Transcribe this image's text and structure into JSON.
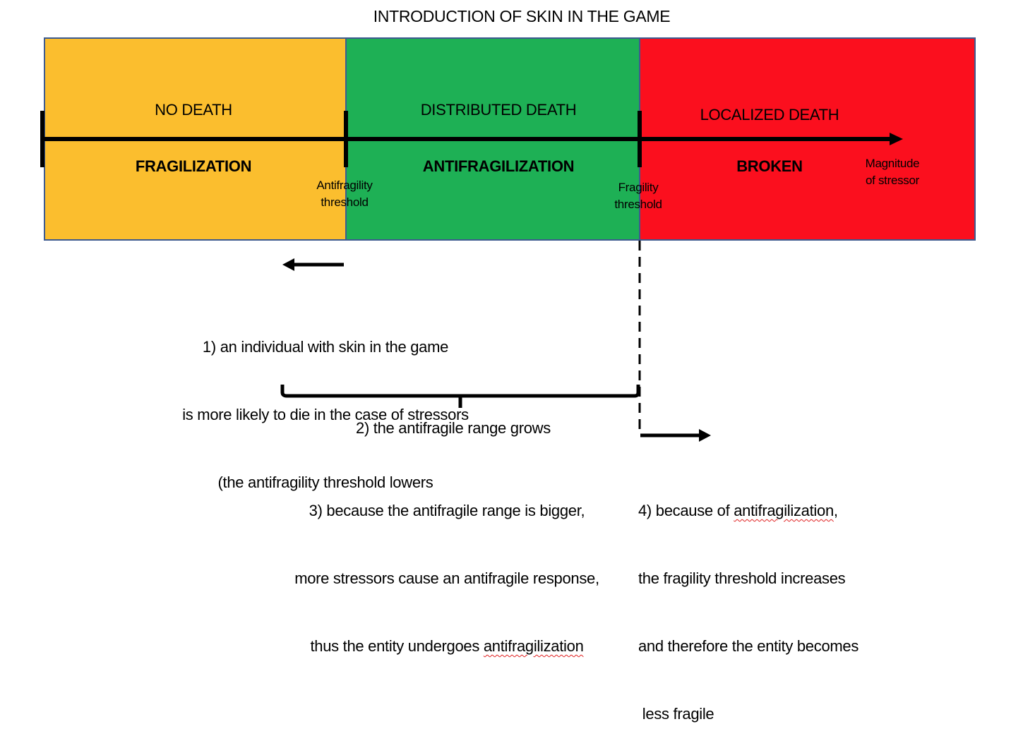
{
  "title": "INTRODUCTION OF SKIN IN THE GAME",
  "colors": {
    "no_death": "#fbbe2e",
    "distributed_death": "#1eb055",
    "localized_death": "#fb0f1e",
    "frame": "#3d5a8f",
    "axis": "#000000",
    "spellcheck": "#e02020"
  },
  "zones": [
    {
      "top_label": "NO DEATH",
      "bottom_label": "FRAGILIZATION"
    },
    {
      "top_label": "DISTRIBUTED DEATH",
      "bottom_label": "ANTIFRAGILIZATION"
    },
    {
      "top_label": "LOCALIZED DEATH",
      "bottom_label": "BROKEN"
    }
  ],
  "thresholds": {
    "antifragility": {
      "line1": "Antifragility",
      "line2": "threshold"
    },
    "fragility": {
      "line1": "Fragility",
      "line2": "threshold"
    }
  },
  "axis": {
    "label_line1": "Magnitude",
    "label_line2": "of stressor"
  },
  "notes": {
    "note1": {
      "lines": [
        "1) an individual with skin in the game",
        "is more likely to die in the case of stressors",
        "(the antifragility threshold lowers"
      ]
    },
    "note2": {
      "text": "2) the antifragile range grows"
    },
    "note3": {
      "line1": "3) because the antifragile range is bigger,",
      "line2": "more stressors cause an antifragile response,",
      "line3_prefix": "thus the entity undergoes ",
      "line3_word": "antifragilization"
    },
    "note4": {
      "line1_prefix": "4) because of ",
      "line1_word": "antifragilization",
      "line1_suffix": ",",
      "line2": "the fragility threshold increases",
      "line3": "and therefore the entity becomes",
      "line4": " less fragile"
    }
  }
}
